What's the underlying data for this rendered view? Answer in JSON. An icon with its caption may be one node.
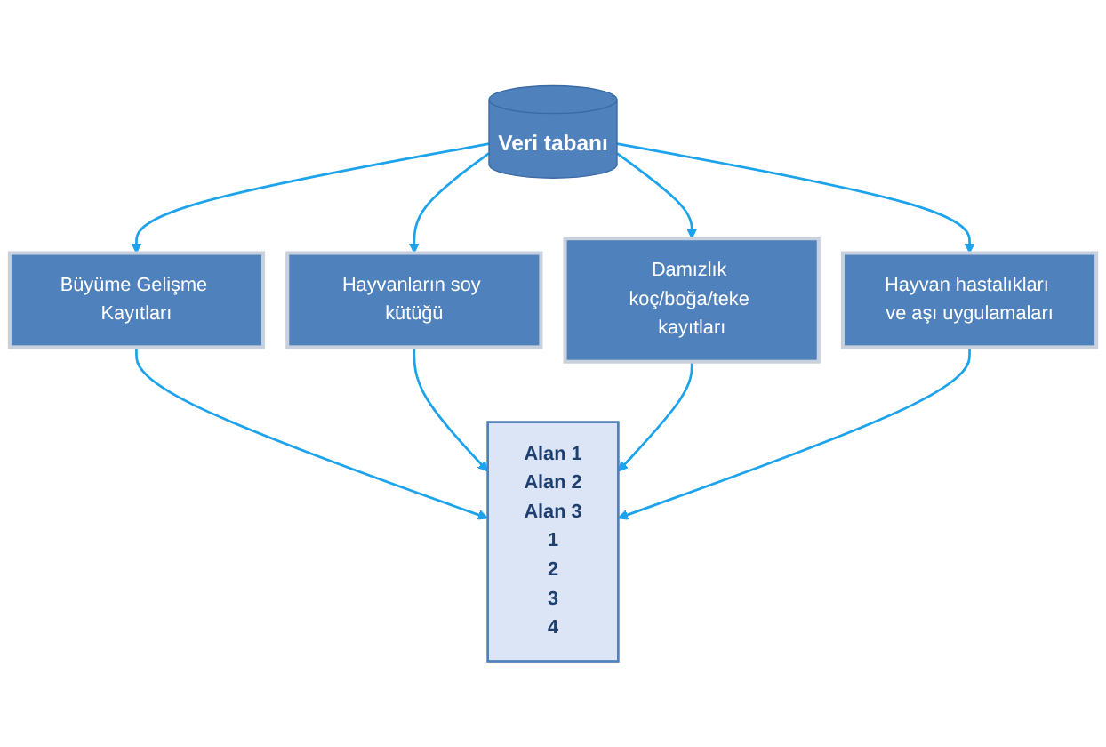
{
  "diagram": {
    "nodes": [
      {
        "text": [
          "Veri tabanı"
        ]
      },
      {
        "text": [
          "Büyüme Gelişme Kayıtları"
        ]
      },
      {
        "text": [
          "Hayvanların soy kütüğü"
        ]
      },
      {
        "text": [
          "Damızlık koç/boğa/teke kayıtları"
        ]
      },
      {
        "text": [
          "Hayvan hastalıkları ve aşı uygulamaları"
        ]
      },
      {
        "text": [
          "Alan 1",
          "Alan 2",
          "Alan 3",
          "1",
          "2",
          "3",
          "4"
        ]
      }
    ],
    "edges": [
      {
        "from": 0,
        "to": 1,
        "arrow": "to"
      },
      {
        "from": 0,
        "to": 2,
        "arrow": "to"
      },
      {
        "from": 0,
        "to": 3,
        "arrow": "to"
      },
      {
        "from": 0,
        "to": 4,
        "arrow": "to"
      },
      {
        "from": 1,
        "to": 5,
        "arrow": "to"
      },
      {
        "from": 2,
        "to": 5,
        "arrow": "to"
      },
      {
        "from": 3,
        "to": 5,
        "arrow": "to"
      },
      {
        "from": 4,
        "to": 5,
        "arrow": "to"
      }
    ]
  }
}
